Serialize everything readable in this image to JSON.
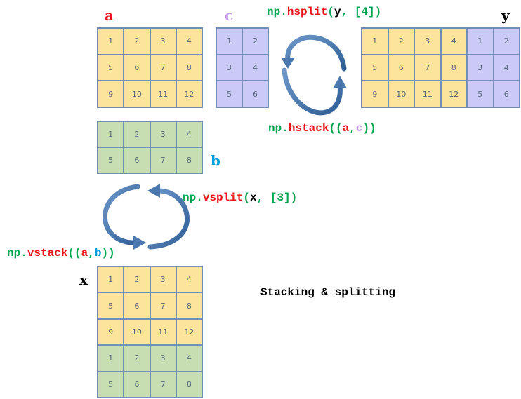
{
  "labels": {
    "a": "a",
    "b": "b",
    "c": "c",
    "x": "x",
    "y": "y"
  },
  "colors": {
    "yellow_cell": "#fde49c",
    "purple_cell": "#cbcaf7",
    "green_cell": "#c6deb1",
    "label_a": "#e8141a",
    "label_b": "#00a0e0",
    "label_c": "#c79bf2",
    "code_green": "#00a650",
    "code_red": "#e8141a",
    "arrow": "#3f6fa6"
  },
  "arrays": {
    "a": [
      [
        "1",
        "2",
        "3",
        "4"
      ],
      [
        "5",
        "6",
        "7",
        "8"
      ],
      [
        "9",
        "10",
        "11",
        "12"
      ]
    ],
    "b": [
      [
        "1",
        "2",
        "3",
        "4"
      ],
      [
        "5",
        "6",
        "7",
        "8"
      ]
    ],
    "c": [
      [
        "1",
        "2"
      ],
      [
        "3",
        "4"
      ],
      [
        "5",
        "6"
      ]
    ],
    "y": [
      [
        "1",
        "2",
        "3",
        "4",
        "1",
        "2"
      ],
      [
        "5",
        "6",
        "7",
        "8",
        "3",
        "4"
      ],
      [
        "9",
        "10",
        "11",
        "12",
        "5",
        "6"
      ]
    ],
    "x": [
      [
        "1",
        "2",
        "3",
        "4"
      ],
      [
        "5",
        "6",
        "7",
        "8"
      ],
      [
        "9",
        "10",
        "11",
        "12"
      ],
      [
        "1",
        "2",
        "3",
        "4"
      ],
      [
        "5",
        "6",
        "7",
        "8"
      ]
    ]
  },
  "code": {
    "hsplit": {
      "np": "np.",
      "fn": "hsplit",
      "open": "(",
      "arg": "y",
      "rest": ", [4])"
    },
    "hstack": {
      "np": "np.",
      "fn": "hstack",
      "open": "((",
      "a": "a",
      "comma": ",",
      "c": "c",
      "close": "))"
    },
    "vsplit": {
      "np": "np.",
      "fn": "vsplit",
      "open": "(",
      "arg": "x",
      "rest": ", [3])"
    },
    "vstack": {
      "np": "np.",
      "fn": "vstack",
      "open": "((",
      "a": "a",
      "comma": ",",
      "b": "b",
      "close": "))"
    }
  },
  "caption": "Stacking & splitting"
}
